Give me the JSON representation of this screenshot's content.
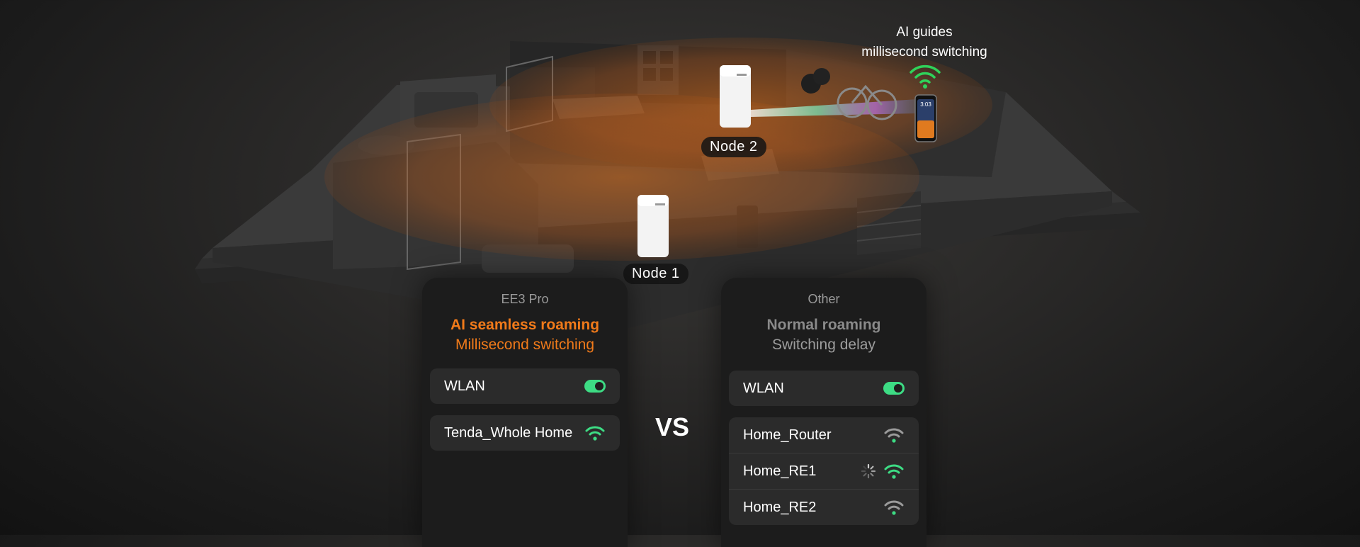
{
  "callout": {
    "line1": "AI guides",
    "line2": "millisecond switching"
  },
  "nodes": {
    "node1": "Node 1",
    "node2": "Node 2"
  },
  "left_panel": {
    "brand": "EE3 Pro",
    "headline": "AI seamless roaming",
    "subline": "Millisecond switching",
    "toggle_label": "WLAN",
    "networks": [
      "Tenda_Whole Home"
    ]
  },
  "vs_label": "VS",
  "right_panel": {
    "brand": "Other",
    "headline": "Normal roaming",
    "subline": "Switching delay",
    "toggle_label": "WLAN",
    "networks": [
      "Home_Router",
      "Home_RE1",
      "Home_RE2"
    ]
  },
  "colors": {
    "accent_orange": "#f07a1a",
    "wifi_green": "#3ddc84",
    "wifi_grey": "#9a9a9a"
  },
  "icons": {
    "wifi": "wifi-icon",
    "toggle": "toggle-switch",
    "loading": "spinner-icon"
  }
}
